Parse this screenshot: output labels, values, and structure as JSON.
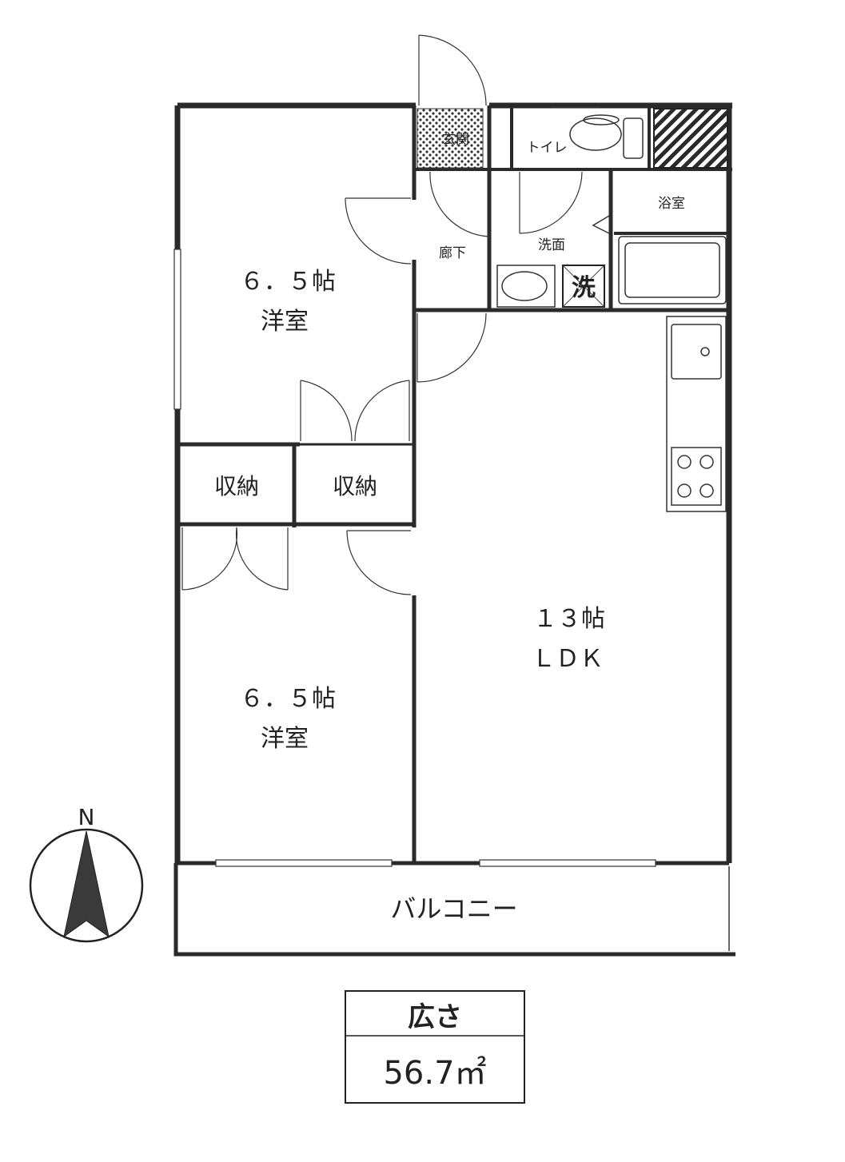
{
  "rooms": {
    "western_room_top": {
      "size": "６．５帖",
      "name": "洋室"
    },
    "western_room_bottom": {
      "size": "６．５帖",
      "name": "洋室"
    },
    "ldk": {
      "size": "１３帖",
      "name": "ＬＤＫ"
    },
    "storage_left": "収納",
    "storage_right": "収納",
    "entrance": "玄関",
    "toilet": "トイレ",
    "hallway": "廊下",
    "washroom": "洗面",
    "washer": "洗",
    "bathroom": "浴室",
    "balcony": "バルコニー"
  },
  "compass": {
    "north_label": "N"
  },
  "area_box": {
    "title": "広さ",
    "value": "56.7㎡"
  }
}
